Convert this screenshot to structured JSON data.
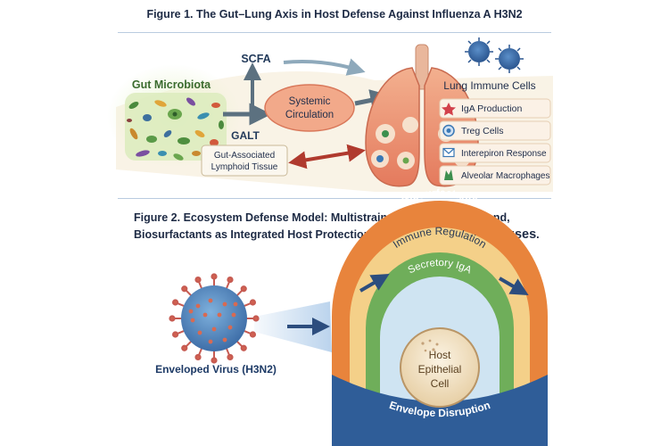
{
  "figure1": {
    "title": "Figure 1. The Gut–Lung Axis in Host Defense Against Influenza A H3N2",
    "gut_microbiota": "Gut Microbiota",
    "scfa": "SCFA",
    "systemic_circulation": [
      "Systemic",
      "Circulation"
    ],
    "galt": "GALT",
    "galt_full": [
      "Gut-Associated",
      "Lymphoid Tissue"
    ],
    "lung_immune_cells": "Lung Immune Cells",
    "cells": [
      {
        "label": "IgA Production",
        "icon": "star-icon",
        "color": "#d2414b"
      },
      {
        "label": "Treg Cells",
        "icon": "cell-icon",
        "color": "#3a78b5"
      },
      {
        "label": "Interepiron Response",
        "icon": "envelope-icon",
        "color": "#3a78b5"
      },
      {
        "label": "Alveolar Macrophages",
        "icon": "macrophage-icon",
        "color": "#3d8f4e"
      }
    ]
  },
  "figure2": {
    "title_line1": "Figure 2. Ecosystem Defense Model: Multistrain Probiotics, SCFA, and,",
    "title_line2_prefix": "Biosurfactants as Integrated Host Protection Against ",
    "title_line2_big": "Enveloped Viriuses",
    "title_line2_end": ".",
    "virus_label": "Enveloped Virus (H3N2)",
    "layers": [
      "Biosurfactants",
      "Immune Regulation",
      "Secretory IgA",
      "Envelope Disruption"
    ],
    "core": [
      "Host",
      "Epithelial",
      "Cell"
    ],
    "colors": {
      "biosurfactants": "#e8843c",
      "immune": "#f2c773",
      "secretory": "#6fae5a",
      "envelope": "#2f5d98",
      "core": "#efdcbb"
    }
  }
}
